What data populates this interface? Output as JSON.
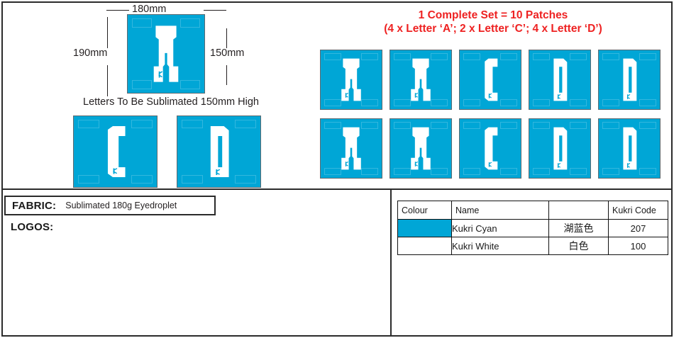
{
  "spec_sheet": {
    "dimensions": {
      "width_label": "180mm",
      "height_left_label": "190mm",
      "height_right_label": "150mm"
    },
    "caption": "Letters To Be Sublimated 150mm High",
    "set_note": {
      "line1": "1 Complete Set = 10 Patches",
      "line2": "(4 x Letter ‘A’;  2 x Letter ‘C’;  4 x Letter ‘D’)"
    },
    "sample_patches": [
      {
        "letter": "A",
        "name": "patch-sample-a"
      },
      {
        "letter": "C",
        "name": "patch-sample-c"
      },
      {
        "letter": "D",
        "name": "patch-sample-d"
      }
    ],
    "patch_grid": {
      "rows": [
        [
          "A",
          "A",
          "C",
          "D",
          "D"
        ],
        [
          "A",
          "A",
          "C",
          "D",
          "D"
        ]
      ]
    },
    "fabric": {
      "label": "FABRIC:",
      "value": "Sublimated 180g Eyedroplet"
    },
    "logos": {
      "label": "LOGOS:",
      "value": ""
    },
    "colour_table": {
      "headers": [
        "Colour",
        "Name",
        "",
        "Kukri Code"
      ],
      "rows": [
        {
          "swatch": "#00a6d6",
          "name": "Kukri Cyan",
          "name_cn": "湖蓝色",
          "code": "207"
        },
        {
          "swatch": "#ffffff",
          "name": "Kukri White",
          "name_cn": "白色",
          "code": "100"
        }
      ]
    },
    "colors": {
      "cyan": "#00a6d6",
      "white": "#ffffff",
      "red_note": "#ee2222",
      "frame": "#2b2b2b"
    }
  }
}
